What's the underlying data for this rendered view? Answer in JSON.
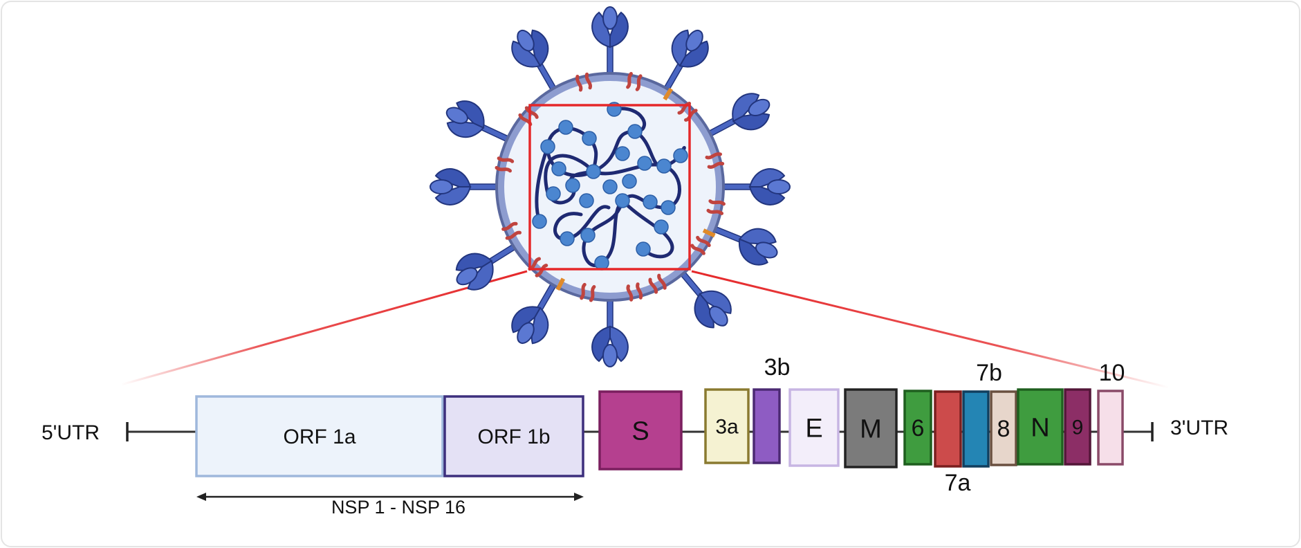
{
  "genome": {
    "utr5": "5'UTR",
    "utr3": "3'UTR",
    "nsp_label": "NSP 1 - NSP 16",
    "genes": [
      {
        "id": "orf1a",
        "label": "ORF 1a",
        "fill": "#edf3fb",
        "stroke": "#9fb8dc"
      },
      {
        "id": "orf1b",
        "label": "ORF 1b",
        "fill": "#e4e1f5",
        "stroke": "#3d2f7d"
      },
      {
        "id": "s",
        "label": "S",
        "fill": "#b5408f",
        "stroke": "#7b1f5f"
      },
      {
        "id": "orf3a",
        "label": "3a",
        "fill": "#f5f2d2",
        "stroke": "#8a7a30"
      },
      {
        "id": "orf3b",
        "label": "3b",
        "fill": "#8e5cc3",
        "stroke": "#4b2a73"
      },
      {
        "id": "e",
        "label": "E",
        "fill": "#f3eefa",
        "stroke": "#c7b5e3"
      },
      {
        "id": "m",
        "label": "M",
        "fill": "#7b7b7b",
        "stroke": "#222222"
      },
      {
        "id": "orf6",
        "label": "6",
        "fill": "#3f9c3f",
        "stroke": "#1f5f1f"
      },
      {
        "id": "orf7a",
        "label": "7a",
        "fill": "#cc4b4b",
        "stroke": "#7a1f1f"
      },
      {
        "id": "orf7b",
        "label": "7b",
        "fill": "#2485b4",
        "stroke": "#123f5e"
      },
      {
        "id": "orf8",
        "label": "8",
        "fill": "#e7d6cb",
        "stroke": "#6a5040"
      },
      {
        "id": "n",
        "label": "N",
        "fill": "#3f9c3f",
        "stroke": "#1f5f1f"
      },
      {
        "id": "orf9",
        "label": "9",
        "fill": "#8c2e66",
        "stroke": "#541638"
      },
      {
        "id": "orf10",
        "label": "10",
        "fill": "#f6dfe9",
        "stroke": "#8a4a68"
      }
    ]
  },
  "virion": {
    "envelope_color": "#6f7fb8",
    "interior_color": "#eef3fb",
    "spike_color": "#4a66c2",
    "spike_dark": "#22357e",
    "rna_color": "#1f2a72",
    "nucleocapsid_color": "#4b86d0",
    "membrane_protein_color": "#c0443f",
    "envelope_protein_color": "#e08a2a",
    "zoom_box_color": "#e5282a"
  }
}
